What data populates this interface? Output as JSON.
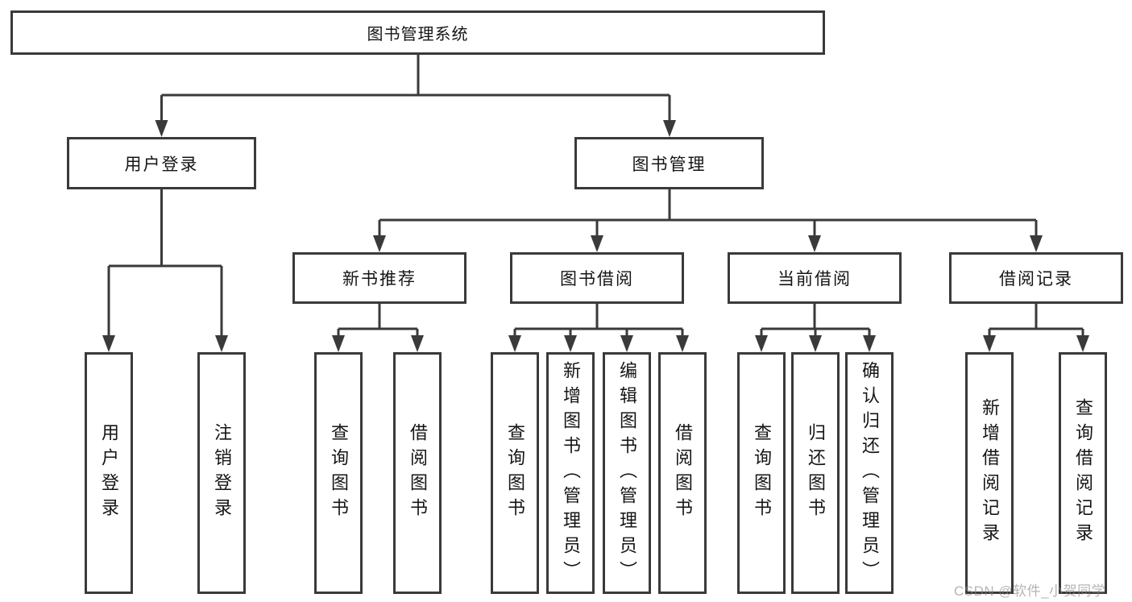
{
  "diagram": {
    "tree": {
      "label": "图书管理系统",
      "children": [
        {
          "label": "用户登录",
          "children": [
            {
              "label": "用户登录"
            },
            {
              "label": "注销登录"
            }
          ]
        },
        {
          "label": "图书管理",
          "children": [
            {
              "label": "新书推荐",
              "children": [
                {
                  "label": "查询图书"
                },
                {
                  "label": "借阅图书"
                }
              ]
            },
            {
              "label": "图书借阅",
              "children": [
                {
                  "label": "查询图书"
                },
                {
                  "label": "新增图书（管理员）"
                },
                {
                  "label": "编辑图书（管理员）"
                },
                {
                  "label": "借阅图书"
                }
              ]
            },
            {
              "label": "当前借阅",
              "children": [
                {
                  "label": "查询图书"
                },
                {
                  "label": "归还图书"
                },
                {
                  "label": "确认归还（管理员）"
                }
              ]
            },
            {
              "label": "借阅记录",
              "children": [
                {
                  "label": "新增借阅记录"
                },
                {
                  "label": "查询借阅记录"
                }
              ]
            }
          ]
        }
      ]
    },
    "colors": {
      "line": "#3a3a3a",
      "box_border": "#3a3a3a",
      "text": "#151515",
      "background": "#ffffff",
      "watermark": "#868686"
    }
  },
  "watermark": {
    "text": "CSDN @软件_小贺同学"
  }
}
